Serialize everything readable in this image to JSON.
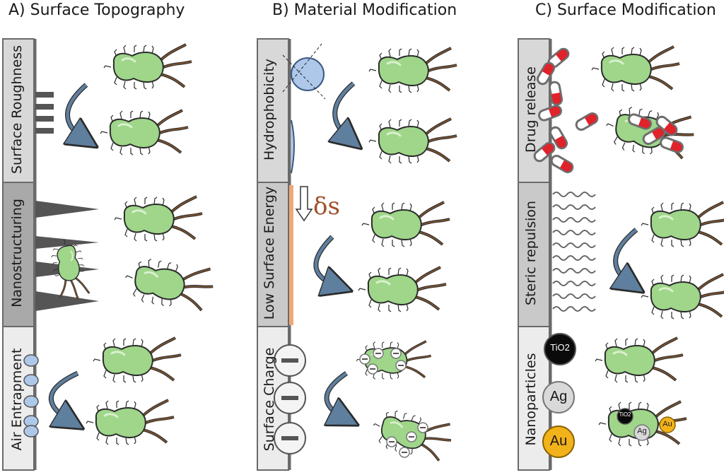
{
  "columns": {
    "a": {
      "title": "A) Surface Topography",
      "segments": [
        "Surface Roughness",
        "Nanostructuring",
        "Air Entrapment"
      ]
    },
    "b": {
      "title": "B) Material Modification",
      "segments": [
        "Hydrophobicity",
        "Low Surface Energy",
        "Surface Charge"
      ],
      "surface_energy_symbol": "δs"
    },
    "c": {
      "title": "C) Surface Modification",
      "segments": [
        "Drug release",
        "Steric repulsion",
        "Nanoparticles"
      ],
      "particles": {
        "tio2": "TiO2",
        "ag": "Ag",
        "au": "Au"
      }
    }
  },
  "colors": {
    "bacterium_body": "#9fd68a",
    "bacterium_outline": "#2b2b2b",
    "flagellum": "#7a5230",
    "arrow": "#5f7f9e",
    "panel_grey": "#c9c9c9",
    "panel_light": "#ececec",
    "spike": "#555555",
    "droplet": "#aec8ea",
    "low_energy_strip": "#f0a877",
    "capsule_red": "#e0222b",
    "gold": "#f2b21a",
    "silver": "#d9d9d9",
    "tio2": "#0a0a0a"
  }
}
